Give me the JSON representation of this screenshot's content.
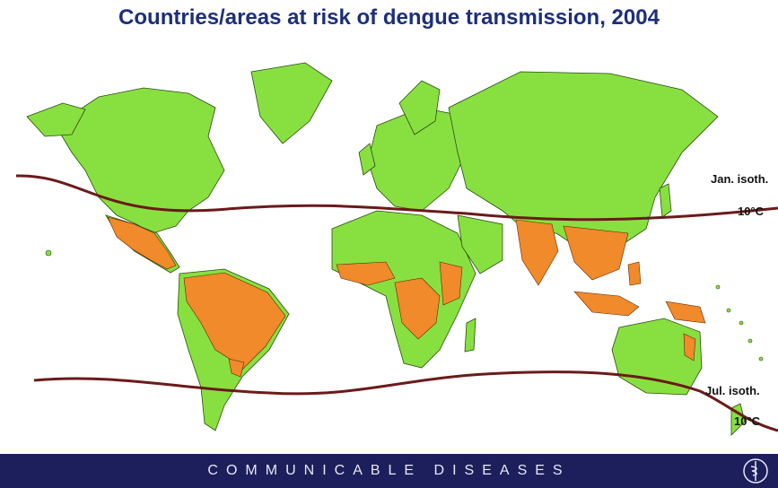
{
  "title": "Countries/areas at risk of dengue transmission, 2004",
  "isotherms": {
    "january": {
      "label": "Jan. isoth.",
      "temp": "10°C"
    },
    "july": {
      "label": "Jul. isoth.",
      "temp": "10°C"
    }
  },
  "footer": {
    "text": "COMMUNICABLE DISEASES",
    "logo_icon": "who-emblem-icon"
  },
  "colors": {
    "land": "#88e040",
    "risk": "#f08a2a",
    "isotherm": "#6b1a1a",
    "title": "#1c2f7a",
    "footer_bg": "#1c1f5c"
  }
}
